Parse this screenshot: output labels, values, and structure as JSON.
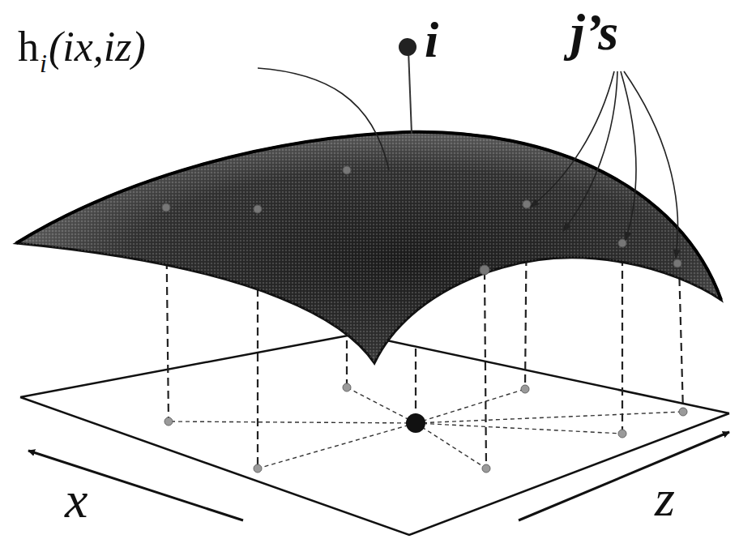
{
  "diagram": {
    "labels": [
      "h",
      "i",
      "(ix,iz)",
      "i",
      "j’s",
      "x",
      "z"
    ]
  }
}
